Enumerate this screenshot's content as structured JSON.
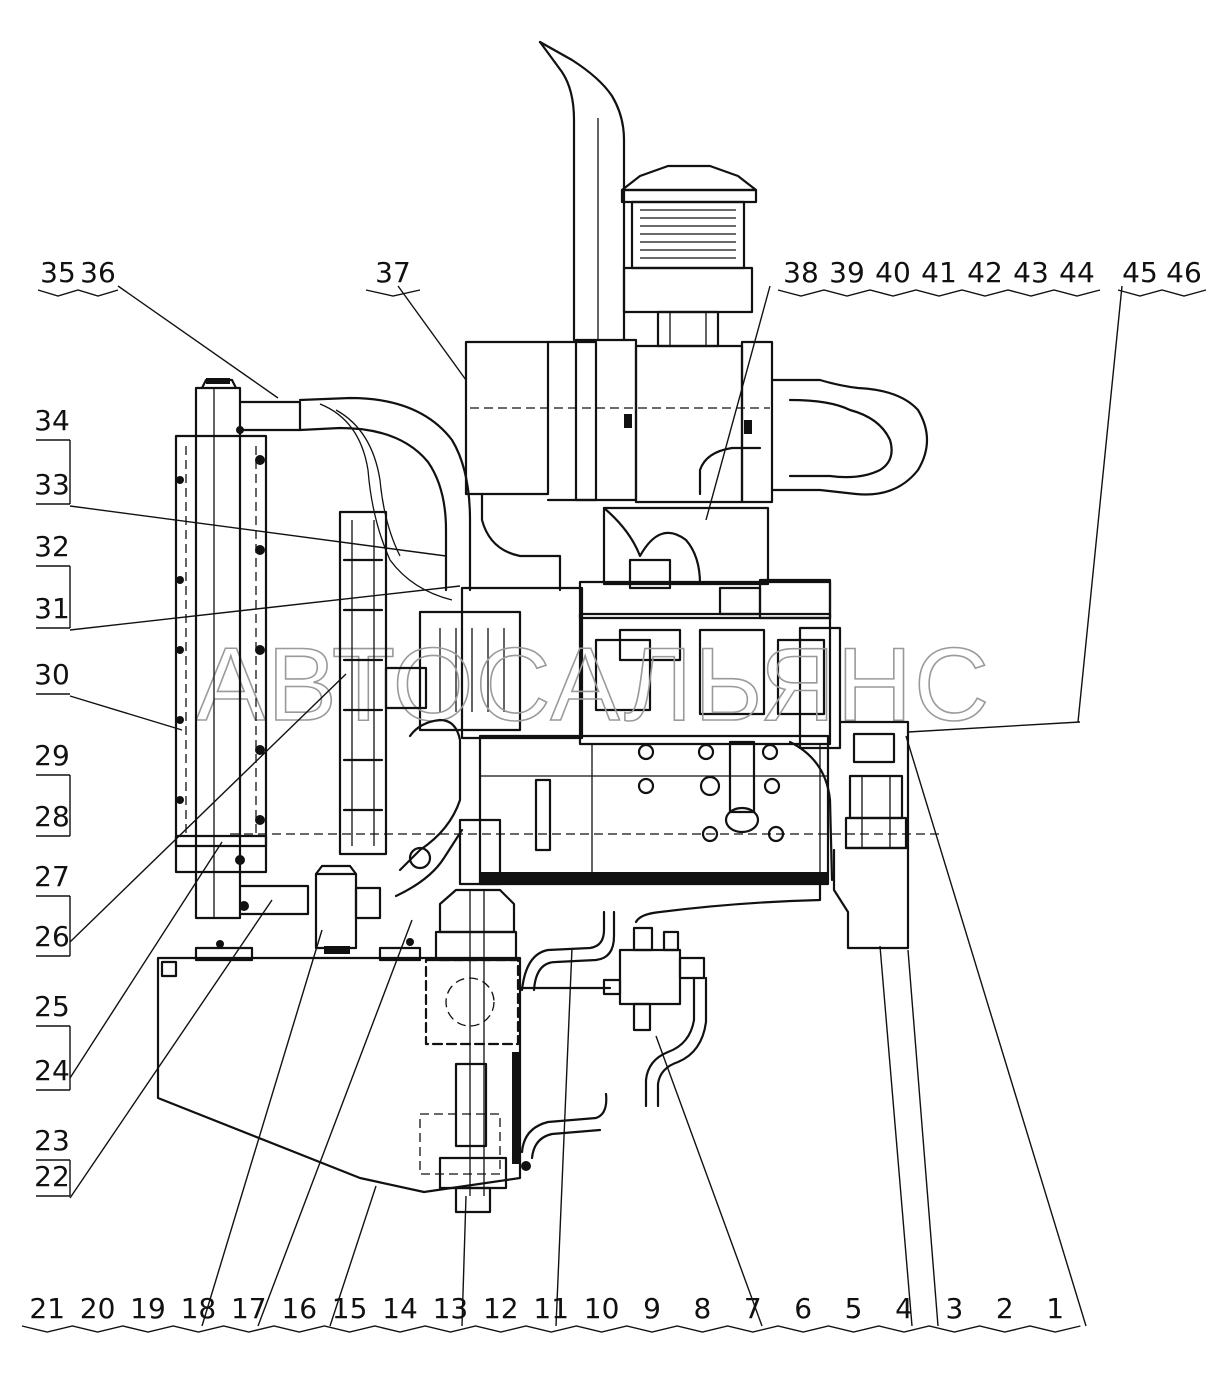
{
  "callouts": {
    "top_left": [
      "35",
      "36"
    ],
    "top_mid": [
      "37"
    ],
    "top_right": [
      "38",
      "39",
      "40",
      "41",
      "42",
      "43",
      "44"
    ],
    "top_far_right": [
      "45",
      "46"
    ],
    "left_column": [
      "34",
      "33",
      "32",
      "31",
      "30",
      "29",
      "28",
      "27",
      "26",
      "25",
      "24",
      "23",
      "22"
    ],
    "bottom_row": [
      "21",
      "20",
      "19",
      "18",
      "17",
      "16",
      "15",
      "14",
      "13",
      "12",
      "11",
      "10",
      "9",
      "8",
      "7",
      "6",
      "5",
      "4",
      "3",
      "2",
      "1"
    ]
  },
  "watermark": "АВТОСАЛЬЯНС",
  "colors": {
    "line": "#111111",
    "watermark": "#9a9a9a",
    "background": "#ffffff"
  }
}
